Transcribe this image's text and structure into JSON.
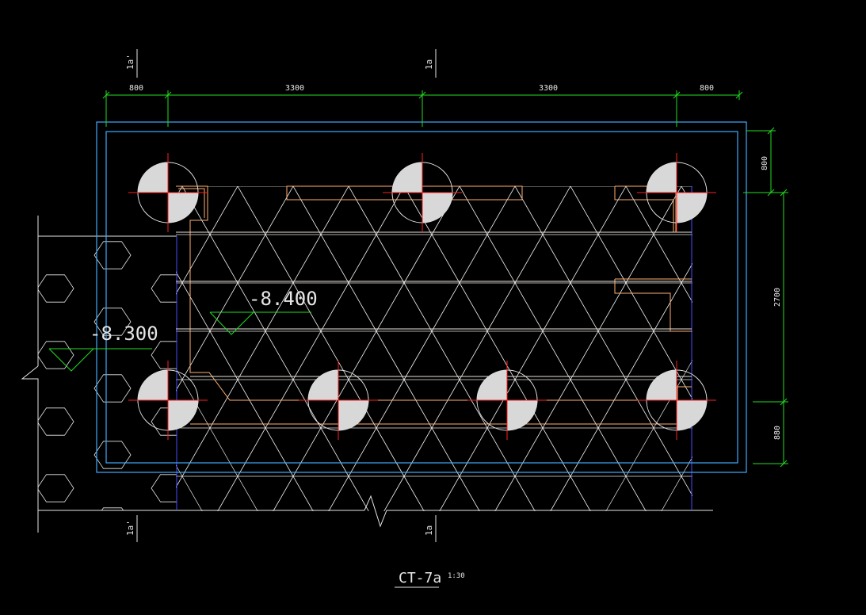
{
  "drawing": {
    "dimensions_top": [
      "800",
      "3300",
      "3300",
      "800"
    ],
    "dimensions_right": [
      "800",
      "2700",
      "880"
    ],
    "elevation_upper": "-8.400",
    "elevation_lower": "-8.300",
    "section_top_left": "1a'",
    "section_top_mid": "1a",
    "section_bottom_left": "1a'",
    "section_bottom_mid": "1a",
    "title": "CT-7a",
    "scale": "1:30"
  },
  "colors": {
    "background": "#000000",
    "outline": "#3fa9ff",
    "dimension": "#22dd22",
    "pile_axis": "#ff2020",
    "rebar": "#ffb070",
    "hatch": "#e6e6e6",
    "fill": "#d8d8d8",
    "edge_blue": "#4a4aff"
  }
}
